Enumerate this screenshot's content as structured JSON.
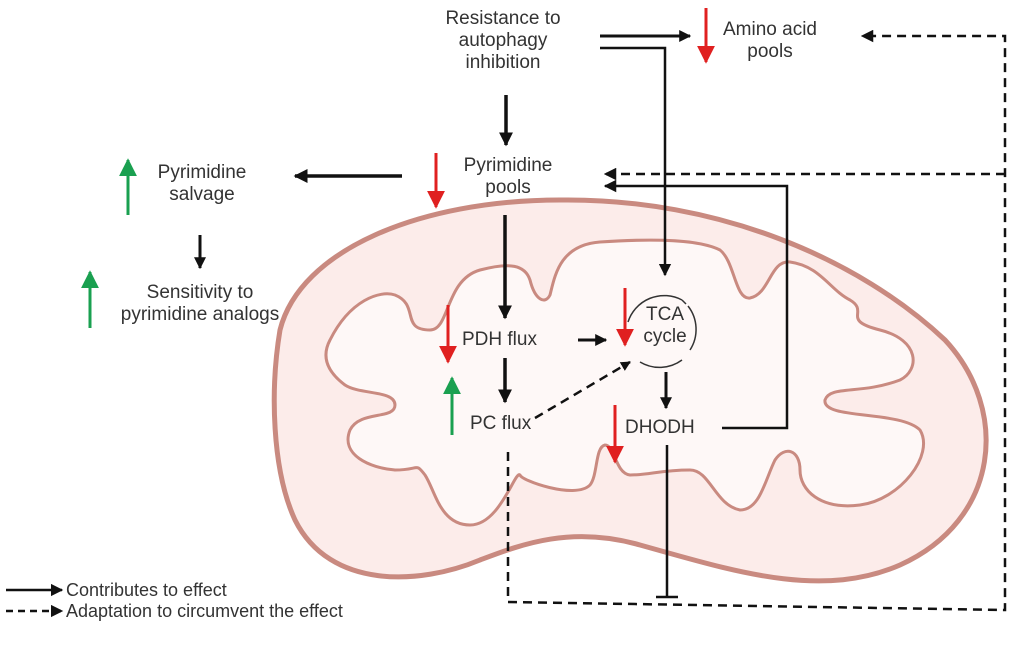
{
  "title": "Metabolic adaptations in resistance to autophagy inhibition",
  "colors": {
    "membrane": "#c98a80",
    "matrix_fill": "#fcecea",
    "inner_fill": "#fef8f7",
    "decrease": "#e02020",
    "increase": "#1aa050",
    "line": "#111111"
  },
  "nodes": {
    "resistance": [
      "Resistance to",
      "autophagy",
      "inhibition"
    ],
    "amino_acid": [
      "Amino acid",
      "pools"
    ],
    "pyrimidine_pools": [
      "Pyrimidine",
      "pools"
    ],
    "pyrimidine_salvage": [
      "Pyrimidine",
      "salvage"
    ],
    "sensitivity": [
      "Sensitivity to",
      "pyrimidine analogs"
    ],
    "pdh_flux": "PDH flux",
    "pc_flux": "PC flux",
    "tca_cycle": [
      "TCA",
      "cycle"
    ],
    "dhodh": "DHODH"
  },
  "indicators": {
    "amino_acid": "decrease",
    "pyrimidine_pools": "decrease",
    "pyrimidine_salvage": "increase",
    "sensitivity": "increase",
    "pdh_flux": "decrease",
    "pc_flux": "increase",
    "tca_cycle": "decrease",
    "dhodh": "decrease"
  },
  "legend": {
    "solid": "Contributes to effect",
    "dashed": "Adaptation to circumvent the effect"
  }
}
